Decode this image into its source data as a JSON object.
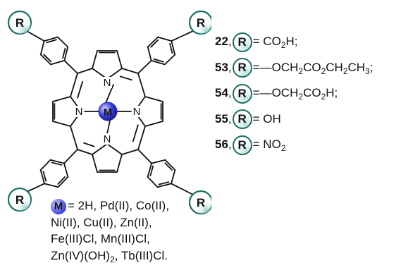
{
  "diagram": {
    "atoms": {
      "n": "N",
      "metal": "M",
      "r": "R"
    },
    "colors": {
      "teal": "#1a6e64",
      "teal_light": "#bfe3de",
      "metal": "#3b3fe0"
    },
    "metal_list": {
      "badge": "M",
      "lines": [
        {
          "pre": "= 2H, Pd(II), Co(II),",
          "sub": "",
          "post": ""
        },
        {
          "pre": "Ni(II), Cu(II), Zn(II),",
          "sub": "",
          "post": ""
        },
        {
          "pre": "Fe(III)Cl, Mn(III)Cl,",
          "sub": "",
          "post": ""
        },
        {
          "pre": "Zn(IV)(OH)",
          "sub": "2",
          "post": ", Tb(III)Cl."
        }
      ]
    },
    "compounds": [
      {
        "num": "22",
        "sep": ",",
        "r": "R",
        "parts": [
          "= CO",
          "2",
          "H;"
        ]
      },
      {
        "num": "53",
        "sep": ",",
        "r": "R",
        "parts": [
          "=—OCH",
          "2",
          "CO",
          "2",
          "CH",
          "2",
          "CH",
          "3",
          ";"
        ]
      },
      {
        "num": "54",
        "sep": ",",
        "r": "R",
        "parts": [
          "=—OCH",
          "2",
          "CO",
          "2",
          "H;"
        ]
      },
      {
        "num": "55",
        "sep": ",",
        "r": "R",
        "parts": [
          "= OH"
        ]
      },
      {
        "num": "56",
        "sep": ",",
        "r": "R",
        "parts": [
          "= NO",
          "2"
        ]
      }
    ]
  }
}
